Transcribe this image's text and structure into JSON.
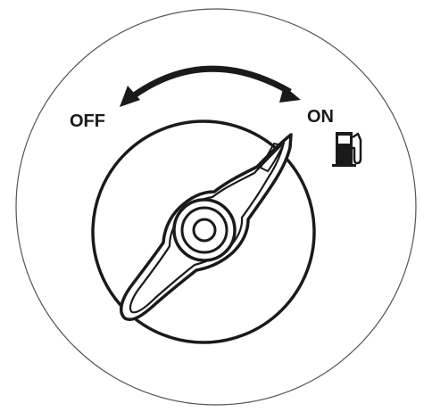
{
  "labels": {
    "off": "OFF",
    "on": "ON"
  },
  "icons": {
    "fuel": "fuel-pump-icon"
  },
  "colors": {
    "ink": "#1a1a1a",
    "background": "#ffffff",
    "outline": "#555555"
  },
  "selector": {
    "position": "ON"
  }
}
